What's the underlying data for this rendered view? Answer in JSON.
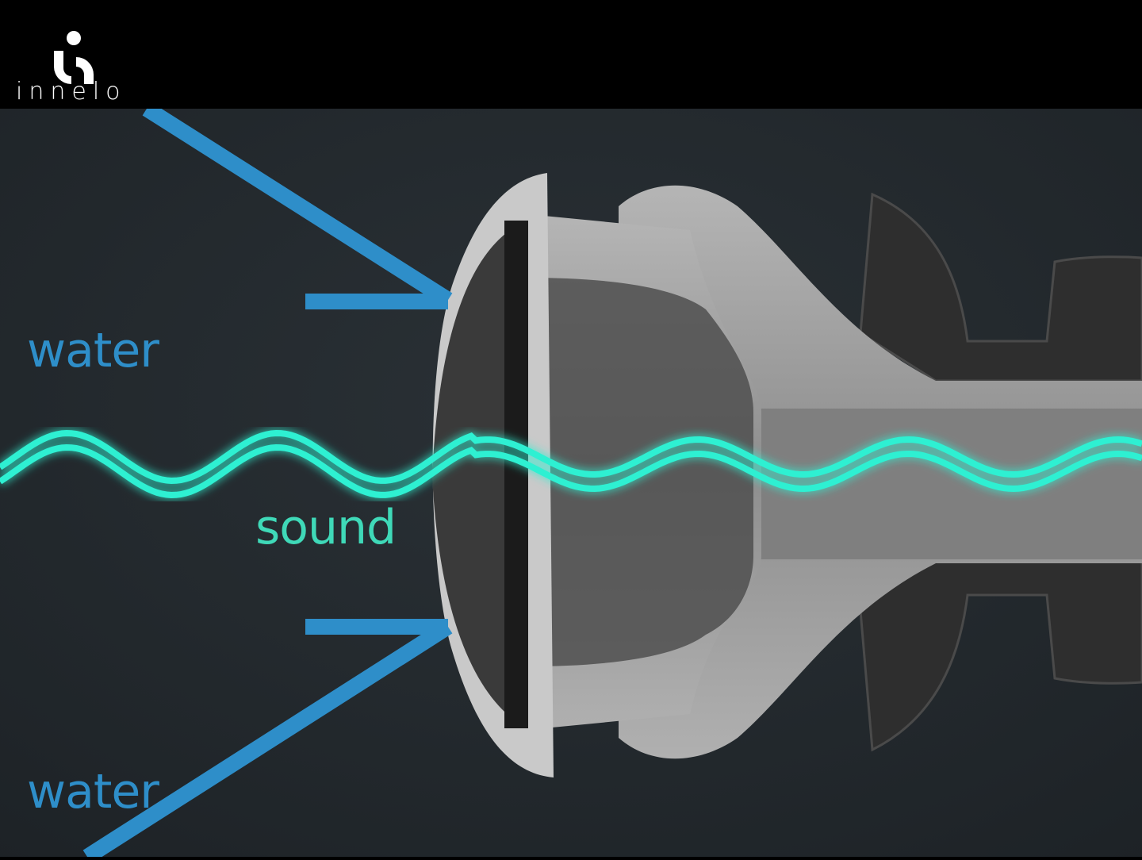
{
  "brand": {
    "name": "innelo"
  },
  "labels": {
    "water_top": "water",
    "water_bottom": "water",
    "sound": "sound"
  },
  "colors": {
    "water": "#2e8ec9",
    "sound_wave": "#2ef0d2",
    "sound_text": "#3fd9b8",
    "background": "#22282d",
    "header": "#000000",
    "earplug": "#9a9a9a"
  }
}
